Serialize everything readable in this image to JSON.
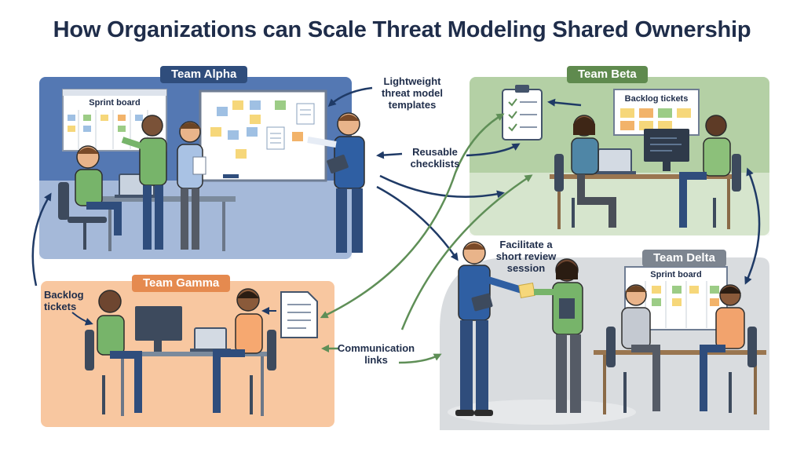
{
  "title": "How Organizations can Scale Threat Modeling Shared Ownership",
  "teams": {
    "alpha": {
      "name": "Team Alpha",
      "color": "#2f4d7c",
      "panel": "#4f76b4"
    },
    "beta": {
      "name": "Team Beta",
      "color": "#5f8a4e",
      "panel": "#a9c99a"
    },
    "gamma": {
      "name": "Team Gamma",
      "color": "#e58a4f",
      "panel": "#f7c49a"
    },
    "delta": {
      "name": "Team Delta",
      "color": "#7d8590",
      "panel": "#d4d7db"
    }
  },
  "boards": {
    "alpha_sprint": "Sprint board",
    "beta_backlog": "Backlog tickets",
    "delta_sprint": "Sprint board"
  },
  "callouts": {
    "templates": [
      "Lightweight",
      "threat model",
      "templates"
    ],
    "checklists": [
      "Reusable",
      "checklists"
    ],
    "backlog": [
      "Backlog",
      "tickets"
    ],
    "review": [
      "Facilitate a",
      "short review",
      "session"
    ],
    "communication": [
      "Communication",
      "links"
    ]
  },
  "colors": {
    "arrow_navy": "#1f3a66",
    "arrow_green": "#5f8f57",
    "sticky_yellow": "#f6d77a",
    "sticky_green": "#9ccc86",
    "sticky_blue": "#9fc0e3",
    "sticky_orange": "#f2b36a"
  },
  "icons": [
    "clipboard-checklist-icon",
    "document-checklist-icon",
    "laptop-icon",
    "monitor-icon",
    "tablet-icon"
  ]
}
